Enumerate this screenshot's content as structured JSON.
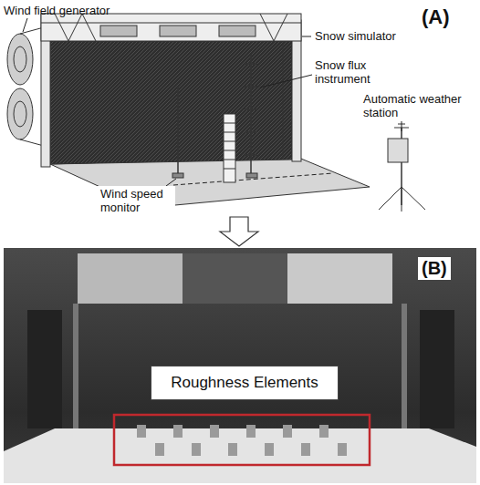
{
  "diagram": {
    "nodes": [
      {
        "text": [
          "Roughness Elements"
        ]
      }
    ],
    "labels": [
      "Wind field generator",
      "Snow simulator",
      "(A)",
      "Snow flux instrument",
      "Automatic weather station",
      "Wind speed monitor",
      "(B)"
    ]
  }
}
